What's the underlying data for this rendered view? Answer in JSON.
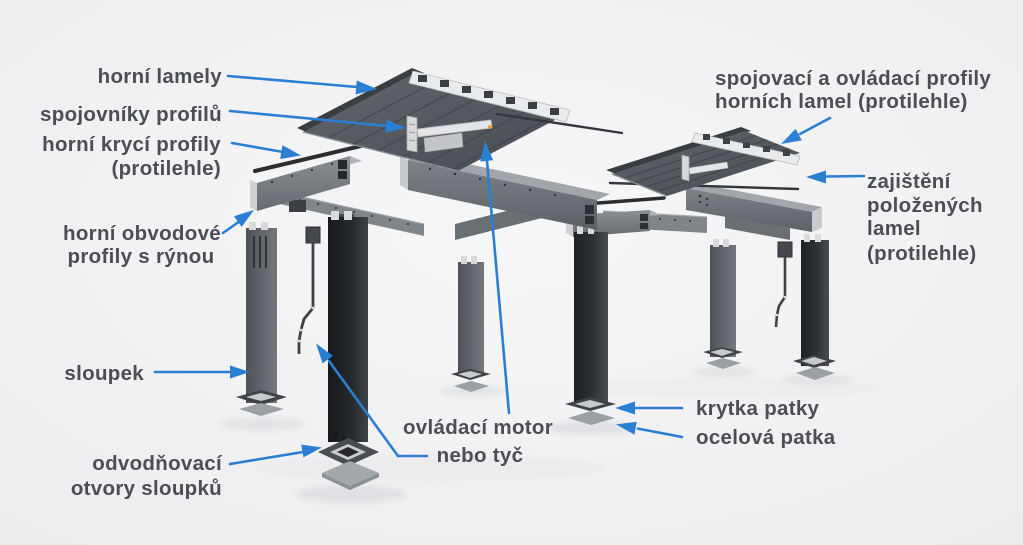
{
  "diagram": {
    "type": "exploded-assembly-diagram",
    "subject": "bioclimatic pergola components",
    "colors": {
      "background": "#f3f3f4",
      "arrow": "#2a7fd2",
      "label_text": "#4b4e54",
      "column_dark": "#26292c",
      "beam_gray": "#72777d",
      "panel_gray": "#565b61",
      "rail_white": "#eceded",
      "accent_orange": "#e8a040"
    },
    "labels": {
      "horni_lamely": {
        "lines": [
          "horní lamely"
        ]
      },
      "spojovniky_profilu": {
        "lines": [
          "spojovníky profilů"
        ]
      },
      "horni_kryci_profily": {
        "lines": [
          "horní krycí profily",
          "(protilehle)"
        ]
      },
      "horni_obvodove_profily": {
        "lines": [
          "horní obvodové",
          "profily s rýnou"
        ]
      },
      "sloupek": {
        "lines": [
          "sloupek"
        ]
      },
      "odvodnovaci_otvory": {
        "lines": [
          "odvodňovací",
          "otvory sloupků"
        ]
      },
      "ovladaci_motor": {
        "lines": [
          "ovládací motor",
          "nebo tyč"
        ]
      },
      "spojovaci_ovladaci": {
        "lines": [
          "spojovací a ovládací profily",
          "horních lamel (protilehle)"
        ]
      },
      "zajisteni_lamel": {
        "lines": [
          "zajištění",
          "položených",
          "lamel",
          "(protilehle)"
        ]
      },
      "krytka_patky": {
        "lines": [
          "krytka patky"
        ]
      },
      "ocelova_patka": {
        "lines": [
          "ocelová patka"
        ]
      }
    }
  }
}
